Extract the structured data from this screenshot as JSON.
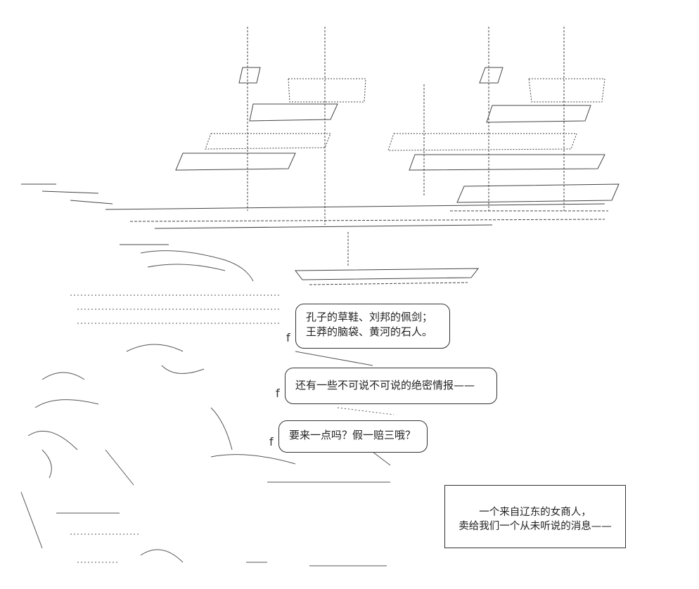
{
  "bubbles": {
    "bubble1": [
      "孔子的草鞋、刘邦的佩剑；",
      "王莽的脑袋、黄河的石人。"
    ],
    "bubble2": [
      "还有一些不可说不可说的绝密情报——"
    ],
    "bubble3": [
      "要来一点吗？假一赔三哦？"
    ]
  },
  "caption": [
    "一个来自辽东的女商人，",
    "卖给我们一个从未听说的消息——"
  ]
}
